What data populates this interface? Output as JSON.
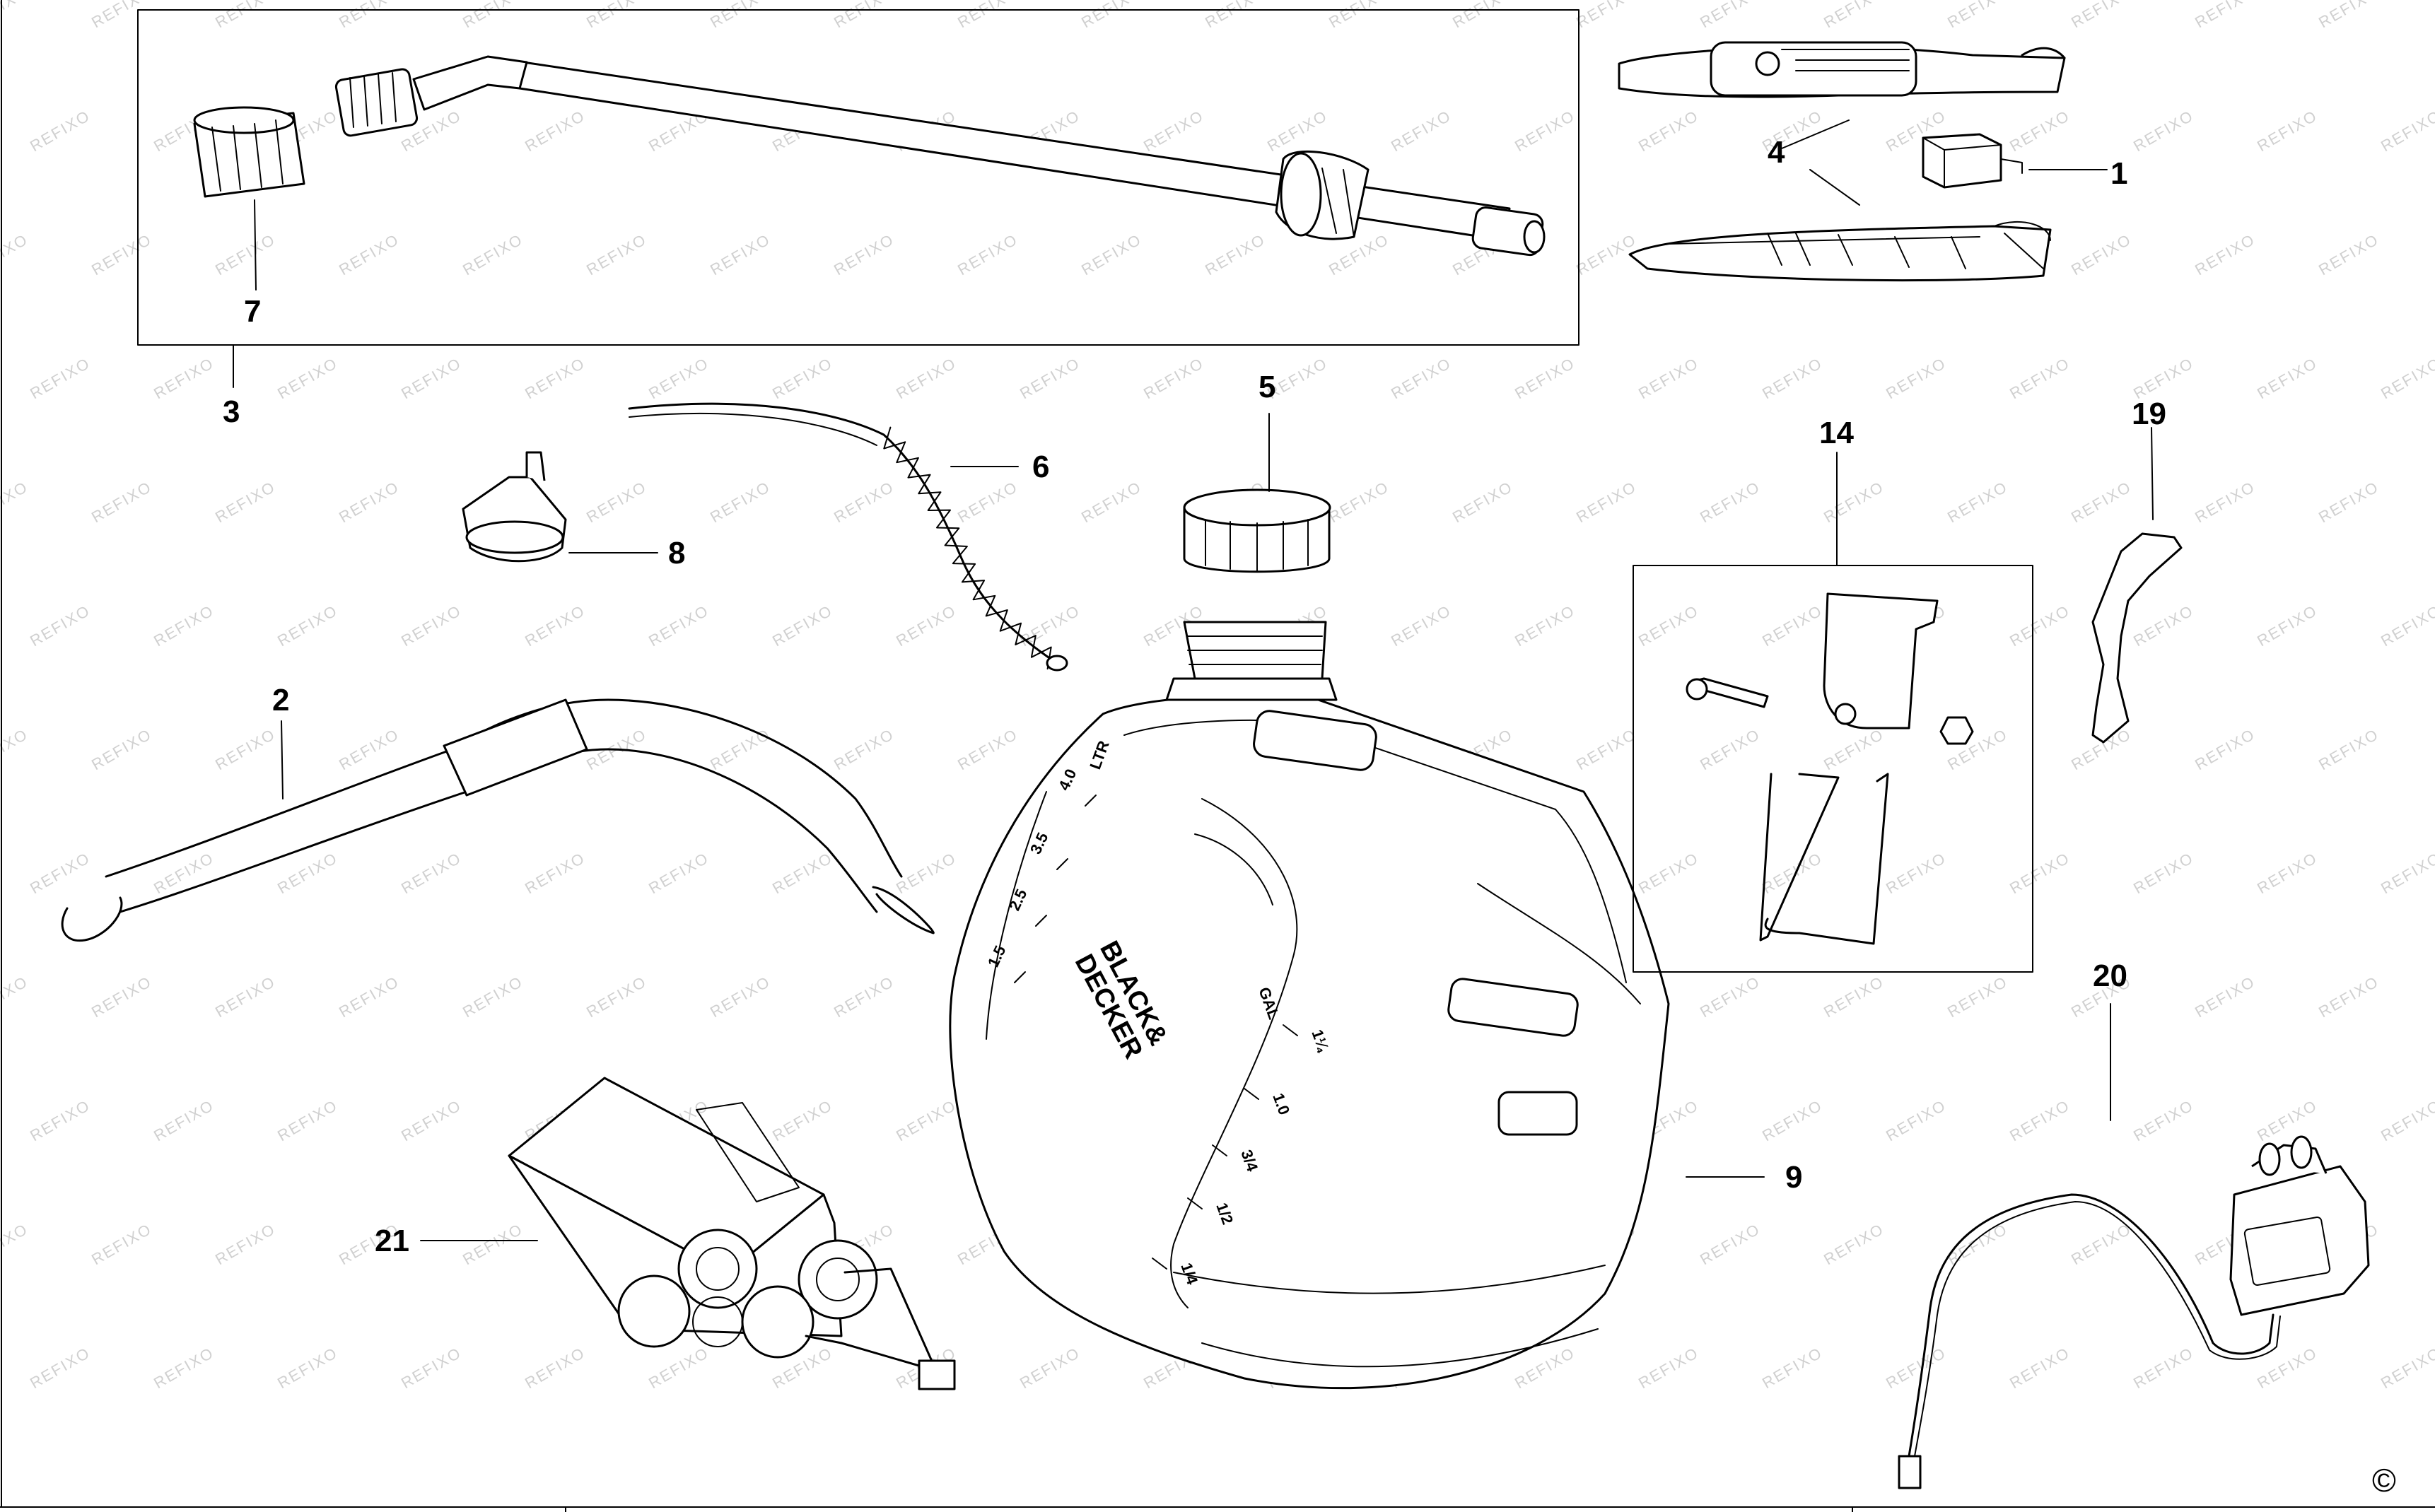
{
  "watermark": "REFIXO",
  "copyright_symbol": "©",
  "labels": {
    "p1": "1",
    "p2": "2",
    "p3": "3",
    "p4": "4",
    "p5": "5",
    "p6": "6",
    "p7": "7",
    "p8": "8",
    "p9": "9",
    "p14": "14",
    "p19": "19",
    "p20": "20",
    "p21": "21"
  },
  "tank_markings": {
    "brand_top": "BLACK&",
    "brand_bottom": "DECKER",
    "unit_ltr": "LTR",
    "unit_gal": "GAL",
    "ltr_scale": [
      "4.0",
      "3.5",
      "2.5",
      "1.5"
    ],
    "gal_scale": [
      "1¼",
      "1.0",
      "3/4",
      "1/2",
      "1/4"
    ]
  }
}
